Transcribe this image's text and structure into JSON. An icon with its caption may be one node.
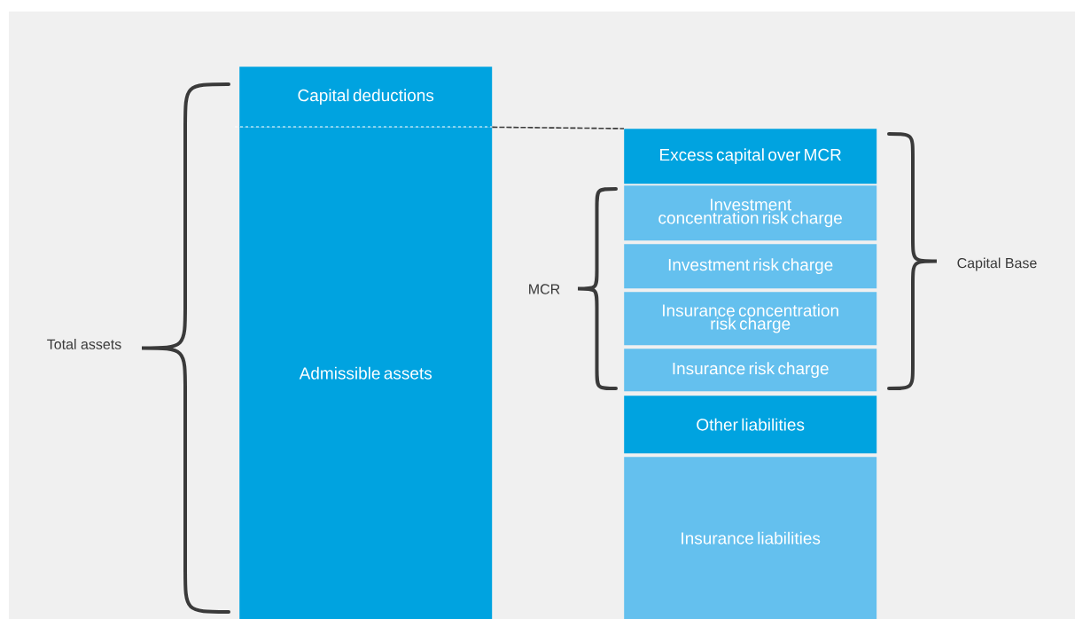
{
  "diagram": {
    "nodes": [
      {
        "text": [
          "Capital deductions"
        ]
      },
      {
        "text": [
          "Admissible assets"
        ]
      },
      {
        "text": [
          "Excess capital over MCR"
        ]
      },
      {
        "text": [
          "Investment concentration risk charge"
        ]
      },
      {
        "text": [
          "Investment risk charge"
        ]
      },
      {
        "text": [
          "Insurance concentration risk charge"
        ]
      },
      {
        "text": [
          "Insurance risk charge"
        ]
      },
      {
        "text": [
          "Other liabilities"
        ]
      },
      {
        "text": [
          "Insurance liabilities"
        ]
      }
    ],
    "edges": [
      {
        "from": 0,
        "to": 2,
        "arrow": "none",
        "style": "dashed"
      }
    ],
    "labels": [
      "Total assets",
      "MCR",
      "Capital Base"
    ]
  }
}
